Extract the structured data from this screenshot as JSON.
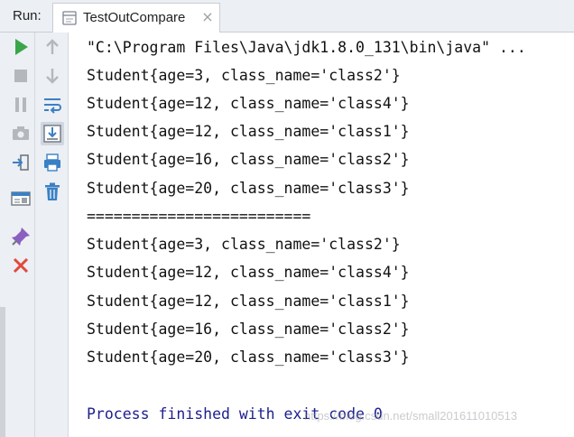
{
  "run_panel": {
    "label": "Run:",
    "tab": {
      "title": "TestOutCompare",
      "close_symbol": "×"
    }
  },
  "console": {
    "command_line": "\"C:\\Program Files\\Java\\jdk1.8.0_131\\bin\\java\" ...",
    "lines": [
      "Student{age=3, class_name='class2'}",
      "Student{age=12, class_name='class4'}",
      "Student{age=12, class_name='class1'}",
      "Student{age=16, class_name='class2'}",
      "Student{age=20, class_name='class3'}",
      "=========================",
      "Student{age=3, class_name='class2'}",
      "Student{age=12, class_name='class4'}",
      "Student{age=12, class_name='class1'}",
      "Student{age=16, class_name='class2'}",
      "Student{age=20, class_name='class3'}",
      "",
      "Process finished with exit code 0"
    ]
  },
  "watermark": "https://blog.csdn.net/small201611010513",
  "toolbar": {
    "left": [
      "run-icon",
      "stop-icon",
      "pause-icon",
      "camera-icon",
      "login-icon",
      "layout-icon",
      "pin-icon",
      "close-icon"
    ],
    "right": [
      "up-arrow-icon",
      "down-arrow-icon",
      "soft-wrap-icon",
      "scroll-to-end-icon",
      "print-icon",
      "trash-icon"
    ]
  },
  "colors": {
    "run_green": "#3aa64a",
    "close_red": "#e2483b",
    "console_text": "#111111",
    "finish_text": "#1c1f8c",
    "accent_blue": "#3b80c4"
  }
}
